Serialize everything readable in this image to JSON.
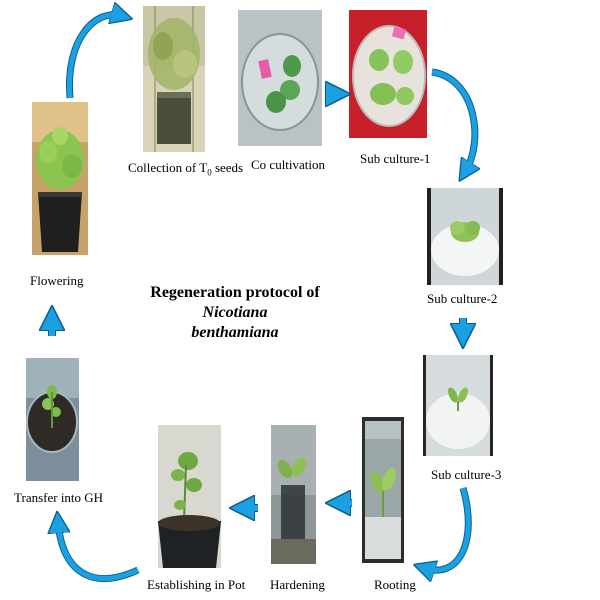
{
  "title": {
    "prefix": "Regeneration protocol of ",
    "species_line1": "Nicotiana",
    "species_line2": "benthamiana"
  },
  "steps": [
    {
      "key": "collection",
      "label_main": "Collection of  T",
      "label_sub": "0",
      "label_tail": " seeds"
    },
    {
      "key": "cocultivation",
      "label": "Co cultivation"
    },
    {
      "key": "subculture1",
      "label": "Sub culture-1"
    },
    {
      "key": "subculture2",
      "label": "Sub culture-2"
    },
    {
      "key": "subculture3",
      "label": "Sub culture-3"
    },
    {
      "key": "rooting",
      "label": "Rooting"
    },
    {
      "key": "hardening",
      "label": "Hardening"
    },
    {
      "key": "establishing",
      "label": "Establishing in Pot"
    },
    {
      "key": "transfer",
      "label": "Transfer into GH"
    },
    {
      "key": "flowering",
      "label": "Flowering"
    }
  ],
  "colors": {
    "arrow": "#1ba1e2",
    "arrow_edge": "#0b5f8f",
    "petri_red": "#c8202b"
  }
}
